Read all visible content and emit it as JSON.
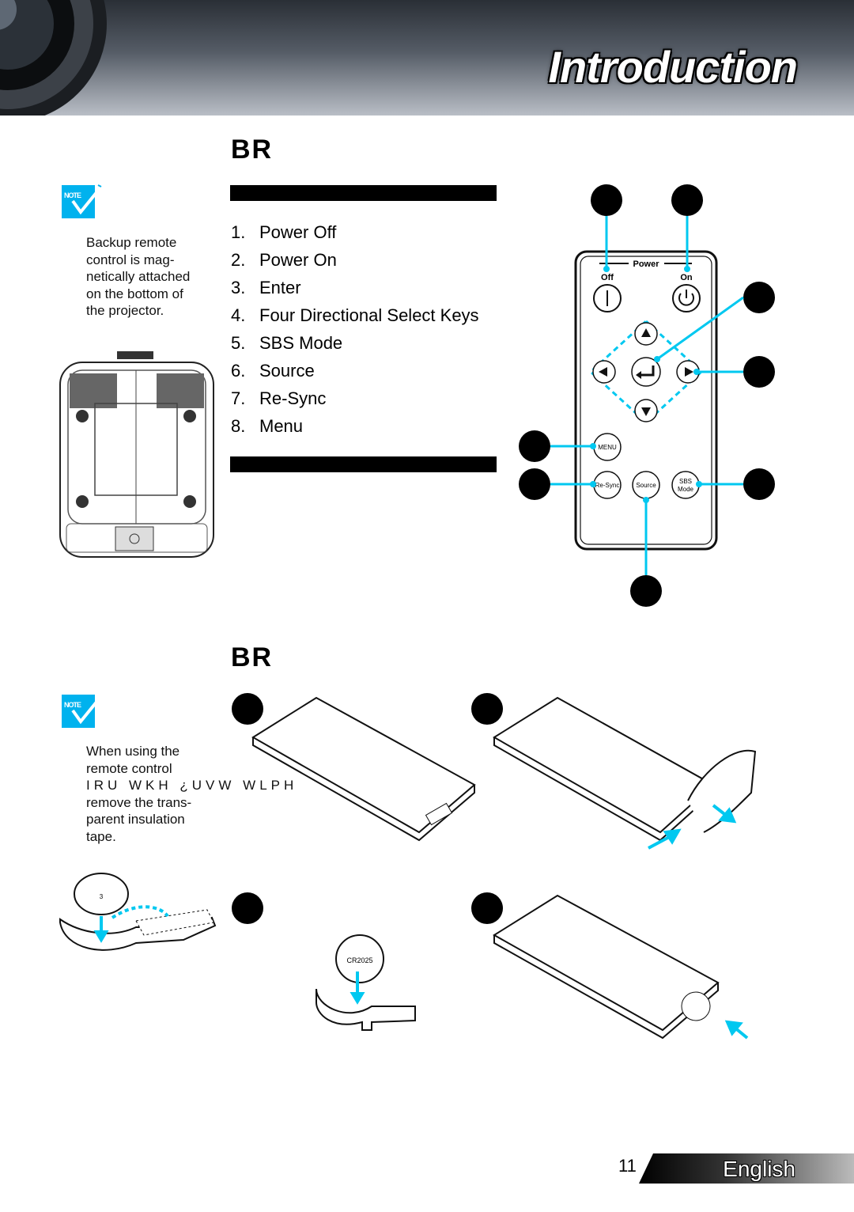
{
  "header": {
    "title": "Introduction"
  },
  "sections": {
    "remote_title": "BR",
    "battery_title": "BR"
  },
  "note1": {
    "icon_label": "NOTE",
    "text_lines": [
      "Backup remote",
      "control is mag-",
      "netically attached",
      "on the bottom of",
      "the projector."
    ]
  },
  "note2": {
    "icon_label": "NOTE",
    "text_lines": [
      "When using the",
      "remote control",
      "IRU WKH ¿UVW WLPH",
      "remove the trans-",
      "parent insulation",
      "tape."
    ]
  },
  "remote_list": [
    {
      "num": "1.",
      "label": "Power Off"
    },
    {
      "num": "2.",
      "label": "Power On"
    },
    {
      "num": "3.",
      "label": "Enter"
    },
    {
      "num": "4.",
      "label": "Four Directional Select Keys"
    },
    {
      "num": "5.",
      "label": "SBS Mode"
    },
    {
      "num": "6.",
      "label": "Source"
    },
    {
      "num": "7.",
      "label": "Re-Sync"
    },
    {
      "num": "8.",
      "label": "Menu"
    }
  ],
  "remote_diagram": {
    "power_label": "Power",
    "off_label": "Off",
    "on_label": "On",
    "menu_label": "MENU",
    "resync_label": "Re-Sync",
    "source_label": "Source",
    "sbs_line1": "SBS",
    "sbs_line2": "Mode"
  },
  "battery": {
    "model": "CR2025",
    "voltage": "3"
  },
  "footer": {
    "page": "11",
    "language": "English"
  },
  "colors": {
    "accent": "#00c8f0",
    "note": "#00b2ee"
  }
}
